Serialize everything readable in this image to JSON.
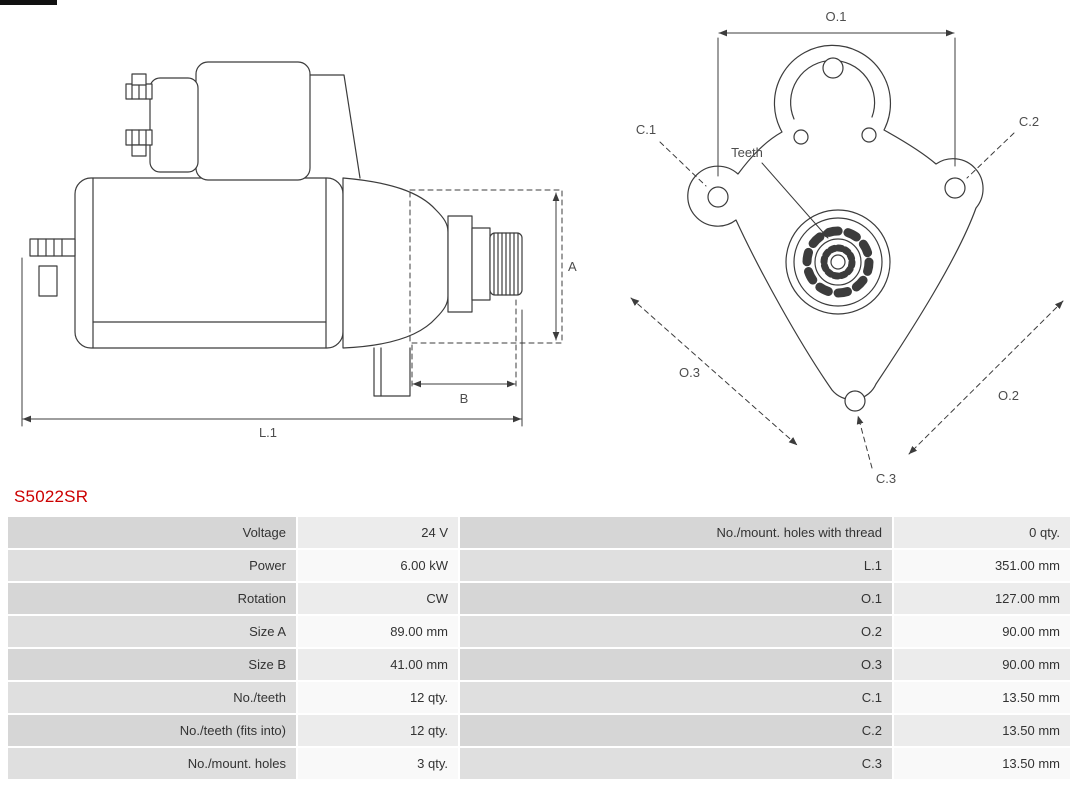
{
  "part_number": "S5022SR",
  "colors": {
    "part_number_red": "#cc0000",
    "table_label_bg": "#d9d9d9",
    "table_value_bg": "#ececec",
    "drawing_line": "#3c3c3c"
  },
  "diagram": {
    "side_view": {
      "dim_a": "A",
      "dim_b": "B",
      "dim_l1": "L.1"
    },
    "front_view": {
      "dim_o1": "O.1",
      "dim_o2": "O.2",
      "dim_o3": "O.3",
      "dim_c1": "C.1",
      "dim_c2": "C.2",
      "dim_c3": "C.3",
      "teeth_label": "Teeth"
    }
  },
  "table": {
    "rows": [
      {
        "label_left": "Voltage",
        "value_left": "24 V",
        "label_right": "No./mount. holes with thread",
        "value_right": "0 qty."
      },
      {
        "label_left": "Power",
        "value_left": "6.00 kW",
        "label_right": "L.1",
        "value_right": "351.00 mm"
      },
      {
        "label_left": "Rotation",
        "value_left": "CW",
        "label_right": "O.1",
        "value_right": "127.00 mm"
      },
      {
        "label_left": "Size A",
        "value_left": "89.00 mm",
        "label_right": "O.2",
        "value_right": "90.00 mm"
      },
      {
        "label_left": "Size B",
        "value_left": "41.00 mm",
        "label_right": "O.3",
        "value_right": "90.00 mm"
      },
      {
        "label_left": "No./teeth",
        "value_left": "12 qty.",
        "label_right": "C.1",
        "value_right": "13.50 mm"
      },
      {
        "label_left": "No./teeth (fits into)",
        "value_left": "12 qty.",
        "label_right": "C.2",
        "value_right": "13.50 mm"
      },
      {
        "label_left": "No./mount. holes",
        "value_left": "3 qty.",
        "label_right": "C.3",
        "value_right": "13.50 mm"
      }
    ]
  }
}
